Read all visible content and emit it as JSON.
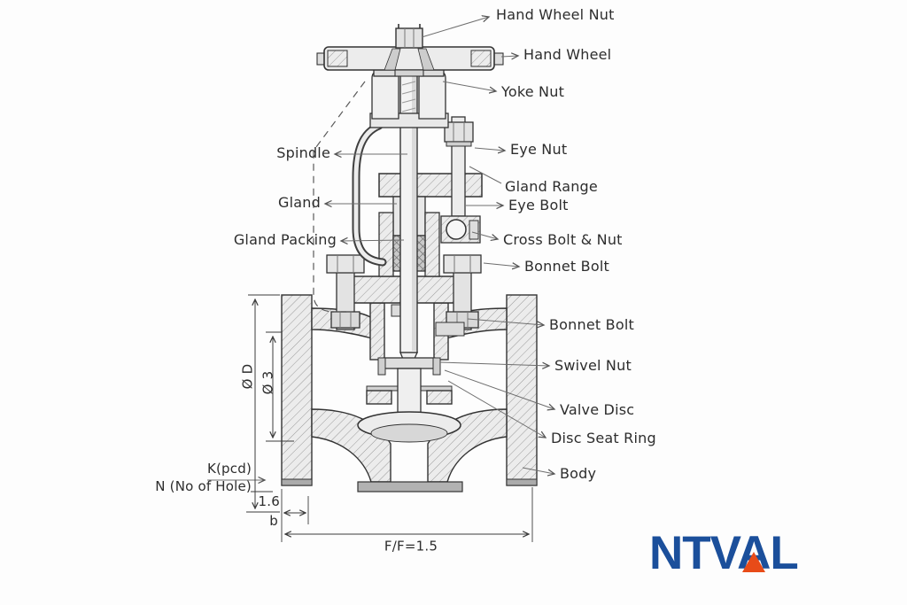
{
  "labels": {
    "hand_wheel_nut": "Hand Wheel Nut",
    "hand_wheel": "Hand Wheel",
    "yoke_nut": "Yoke Nut",
    "spindle": "Spindle",
    "eye_nut": "Eye Nut",
    "gland_range": "Gland Range",
    "gland": "Gland",
    "eye_bolt": "Eye Bolt",
    "gland_packing": "Gland Packing",
    "cross_bolt_nut": "Cross Bolt & Nut",
    "bonnet_bolt_upper": "Bonnet Bolt",
    "bonnet_bolt_lower": "Bonnet Bolt",
    "swivel_nut": "Swivel Nut",
    "valve_disc": "Valve Disc",
    "disc_seat_ring": "Disc Seat Ring",
    "body": "Body"
  },
  "dimensions": {
    "diameter_outer": "Ø D",
    "diameter_inner": "Ø 3",
    "pcd": "K(pcd)",
    "holes": "N (No of Hole)",
    "raised_face": "1.6",
    "flange_thickness": "b",
    "face_to_face": "F/F=1.5"
  },
  "logo": {
    "text": "NTVAL",
    "blue": "#1b4f9b",
    "red": "#e84b18"
  }
}
